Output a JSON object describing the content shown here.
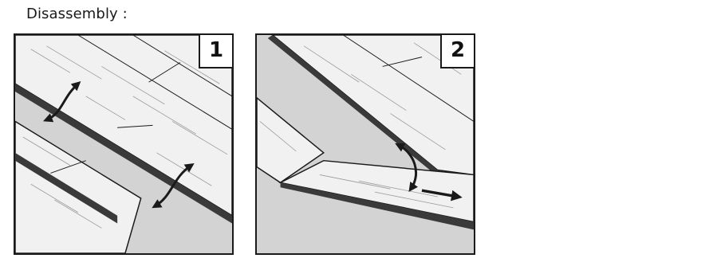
{
  "title": "Disassembly :",
  "steps": [
    {
      "number": "1"
    },
    {
      "number": "2"
    }
  ],
  "colors": {
    "floor": "#d3d3d3",
    "plank": "#f1f1f1",
    "outline": "#1a1a1a",
    "grain": "#9a9a9a"
  },
  "icons": {
    "rotate_arrow": "curved-arrow-icon",
    "pull_arrow": "straight-arrow-icon"
  }
}
